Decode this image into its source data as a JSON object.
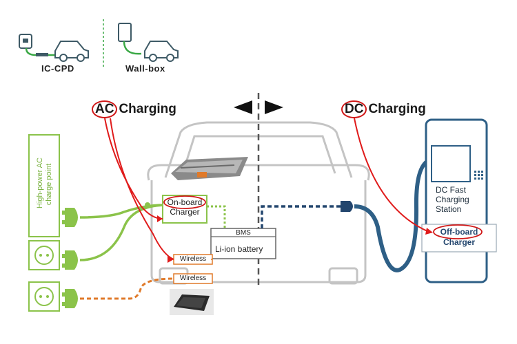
{
  "header": {
    "ic_cpd_label": "IC-CPD",
    "wallbox_label": "Wall-box"
  },
  "sections": {
    "ac_prefix": "AC",
    "ac_suffix": "Charging",
    "dc_prefix": "DC",
    "dc_suffix": "Charging"
  },
  "components": {
    "high_power_ac_line1": "High-power AC",
    "high_power_ac_line2": "charge point",
    "onboard_line1": "On-board",
    "onboard_line2": "Charger",
    "bms": "BMS",
    "battery": "Li-ion battery",
    "wireless_vehicle": "Wireless",
    "wireless_ground": "Wireless",
    "dc_station_line1": "DC Fast",
    "dc_station_line2": "Charging",
    "dc_station_line3": "Station",
    "offboard_line1": "Off-board",
    "offboard_line2": "Charger"
  },
  "colors": {
    "ac_green": "#7cb342",
    "dc_blue": "#23466e",
    "wireless_orange": "#e07a2a",
    "highlight_red": "#d01818",
    "car_outline": "#bdbdbd",
    "divider": "#555555"
  }
}
